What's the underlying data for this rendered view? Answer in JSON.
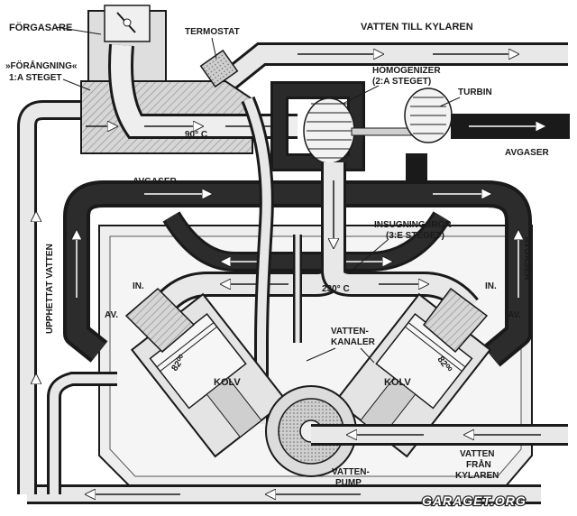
{
  "labels": {
    "forgasare": "FÖRGASARE",
    "forangning_1": "»FÖRÅNGNING«",
    "forangning_2": "1:A STEGET",
    "termostat": "TERMOSTAT",
    "vatten_till_kylaren": "VATTEN TILL KYLAREN",
    "homogenizer_1": "HOMOGENIZER",
    "homogenizer_2": "(2:A STEGET)",
    "turbin": "TURBIN",
    "temp_90": "90° C",
    "avgaser_right": "AVGASER",
    "avgaser_left": "AVGASER",
    "avgaser_vertical": "AVGASER",
    "insugningsror_1": "INSUGNINGSRÖR",
    "insugningsror_2": "(3:E STEGET)",
    "upphettat_vatten": "UPPHETTAT VATTEN",
    "temp_230": "230° C",
    "in_left": "IN.",
    "in_right": "IN.",
    "av_left": "AV.",
    "av_right": "AV.",
    "vattenkanaler_1": "VATTEN-",
    "vattenkanaler_2": "KANALER",
    "kolv_left": "KOLV",
    "kolv_right": "KOLV",
    "bore_left": "82⁰⁰",
    "bore_right": "82⁰⁰",
    "vatten_fran_1": "VATTEN",
    "vatten_fran_2": "FRÅN",
    "vatten_fran_3": "KYLAREN",
    "vattenpump_1": "VATTEN-",
    "vattenpump_2": "PUMP",
    "watermark": "GARAGET.ORG"
  },
  "colors": {
    "ink": "#1a1a1a",
    "pipe_dark": "#1e1e1e",
    "pipe_light": "#e6e6e6",
    "block": "#d9d9d9",
    "hatch": "#bdbdbd"
  }
}
